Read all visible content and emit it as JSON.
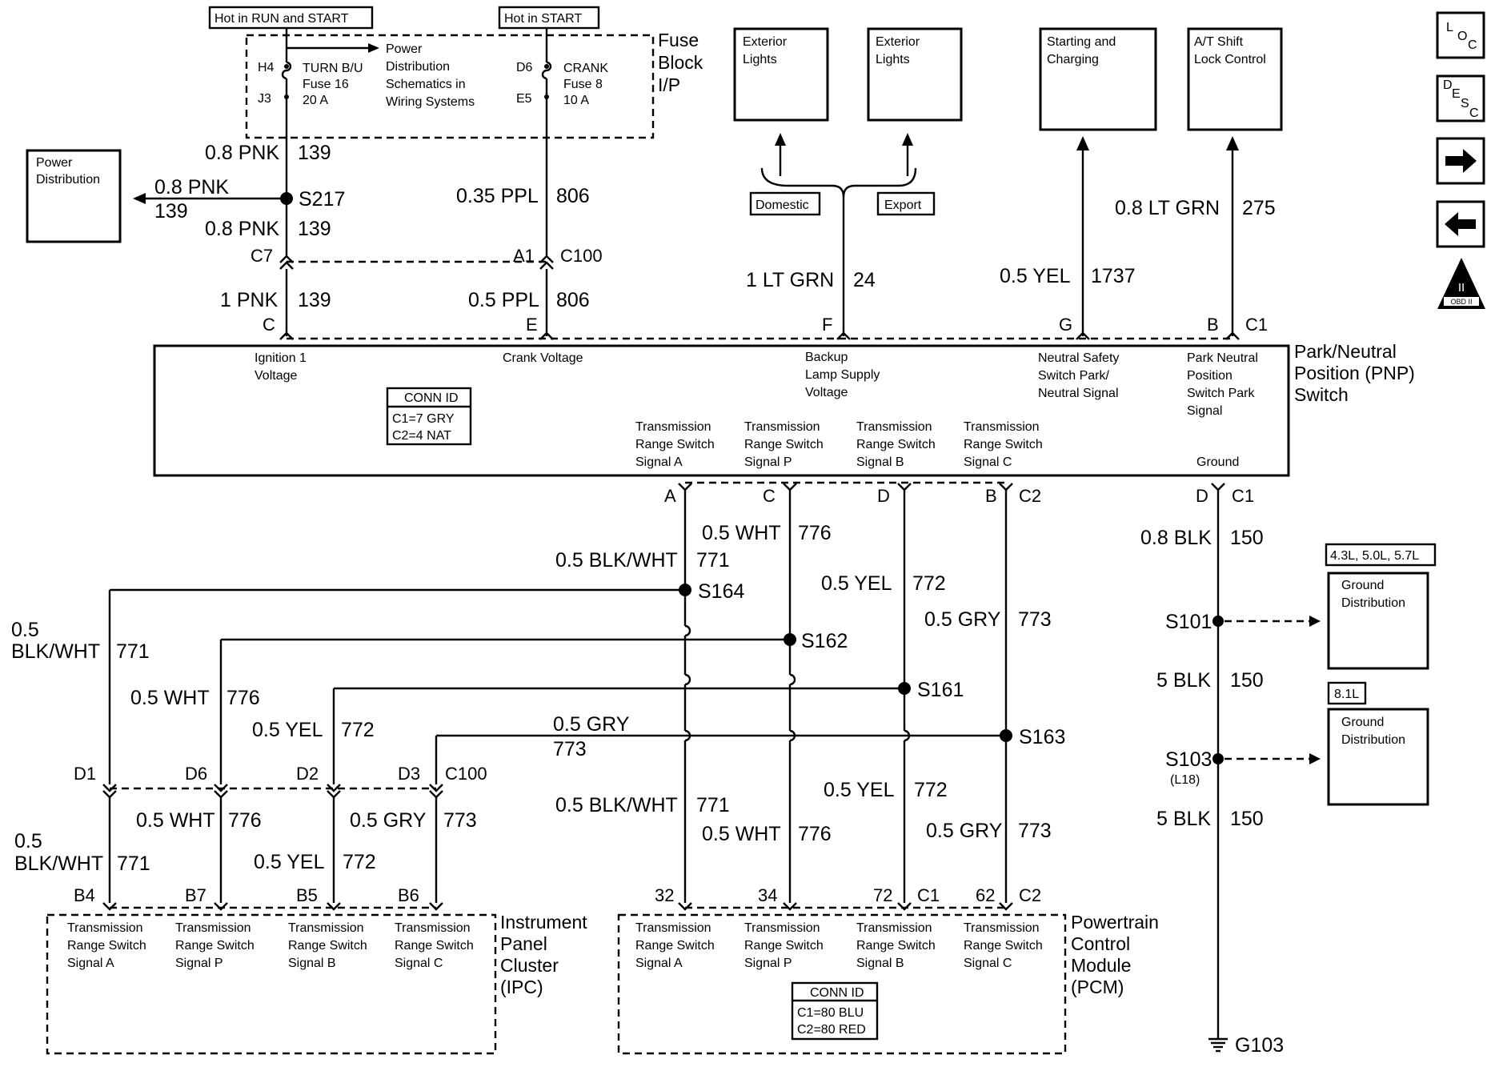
{
  "header": {
    "hot_run_start": "Hot in RUN and START",
    "hot_start": "Hot in START"
  },
  "fuse_block": {
    "title": [
      "Fuse",
      "Block",
      "I/P"
    ],
    "pins": [
      "H4",
      "J3",
      "D6",
      "E5"
    ],
    "fuse16": [
      "TURN B/U",
      "Fuse 16",
      "20 A"
    ],
    "fuse8": [
      "CRANK",
      "Fuse 8",
      "10 A"
    ],
    "power_dist_ref": [
      "Power",
      "Distribution",
      "Schematics in",
      "Wiring Systems"
    ]
  },
  "power_distribution_box": [
    "Power",
    "Distribution"
  ],
  "top_modules": {
    "ext_lights_1": [
      "Exterior",
      "Lights"
    ],
    "ext_lights_2": [
      "Exterior",
      "Lights"
    ],
    "starting_charging": [
      "Starting and",
      "Charging"
    ],
    "at_shift": [
      "A/T Shift",
      "Lock Control"
    ],
    "domestic": "Domestic",
    "export": "Export"
  },
  "wires": {
    "w_pnk_08a": "0.8 PNK",
    "c139a": "139",
    "w_pnk_08b": "0.8 PNK",
    "c139b": "139",
    "w_pnk_08c": "0.8 PNK",
    "c139c": "139",
    "w_pnk_1": "1 PNK",
    "c139d": "139",
    "w_ppl_035": "0.35 PPL",
    "c806a": "806",
    "w_ppl_05": "0.5 PPL",
    "c806b": "806",
    "w_ltgrn_1": "1 LT GRN",
    "c24": "24",
    "w_yel_05_top": "0.5 YEL",
    "c1737": "1737",
    "w_ltgrn_08": "0.8 LT GRN",
    "c275": "275",
    "w_wht_a": "0.5 WHT",
    "c776a": "776",
    "w_blkwht_a": "0.5 BLK/WHT",
    "c771a": "771",
    "w_yel_a": "0.5 YEL",
    "c772a": "772",
    "w_gry_a": "0.5 GRY",
    "c773a": "773",
    "w_blkwht_l1": "0.5",
    "w_blkwht_l2": "BLK/WHT",
    "c771b": "771",
    "w_wht_b": "0.5 WHT",
    "c776b": "776",
    "w_yel_b": "0.5 YEL",
    "c772b": "772",
    "w_gry_b": "0.5 GRY",
    "c773b": "773",
    "w_wht_c": "0.5 WHT",
    "c776c": "776",
    "w_gry_c": "0.5 GRY",
    "c773c": "773",
    "w_blkwht_l3": "0.5",
    "w_blkwht_l4": "BLK/WHT",
    "c771c": "771",
    "w_yel_c": "0.5 YEL",
    "c772c": "772",
    "w_blkwht_b": "0.5 BLK/WHT",
    "c771d": "771",
    "w_wht_d": "0.5 WHT",
    "c776d": "776",
    "w_yel_d": "0.5 YEL",
    "c772d": "772",
    "w_gry_d": "0.5 GRY",
    "c773d": "773",
    "w_blk_08": "0.8 BLK",
    "c150a": "150",
    "w_blk_5a": "5 BLK",
    "c150b": "150",
    "w_blk_5b": "5 BLK",
    "c150c": "150"
  },
  "splices": {
    "s217": "S217",
    "s164": "S164",
    "s162": "S162",
    "s161": "S161",
    "s163": "S163",
    "s101": "S101",
    "s103": "S103",
    "l18": "(L18)",
    "g103": "G103"
  },
  "connectors": {
    "c7": "C7",
    "a1": "A1",
    "c100_top": "C100",
    "c_pin": "C",
    "e_pin": "E",
    "f_pin": "F",
    "g_pin": "G",
    "b_pin": "B",
    "c1_top": "C1",
    "a_low": "A",
    "c_low": "C",
    "d_low": "D",
    "b_low": "B",
    "c2_low": "C2",
    "d_gnd": "D",
    "c1_gnd": "C1",
    "d1": "D1",
    "d6": "D6",
    "d2": "D2",
    "d3": "D3",
    "c100_mid": "C100",
    "b4": "B4",
    "b7": "B7",
    "b5": "B5",
    "b6": "B6",
    "p32": "32",
    "p34": "34",
    "p72": "72",
    "c1_pcm": "C1",
    "p62": "62",
    "c2_pcm": "C2"
  },
  "pnp_switch": {
    "title": [
      "Park/Neutral",
      "Position (PNP)",
      "Switch"
    ],
    "ign": [
      "Ignition 1",
      "Voltage"
    ],
    "crank": [
      "Crank Voltage"
    ],
    "backup": [
      "Backup",
      "Lamp Supply",
      "Voltage"
    ],
    "neutral_safety": [
      "Neutral Safety",
      "Switch Park/",
      "Neutral Signal"
    ],
    "park_neutral": [
      "Park Neutral",
      "Position",
      "Switch Park",
      "Signal"
    ],
    "trs_a": [
      "Transmission",
      "Range Switch",
      "Signal A"
    ],
    "trs_p": [
      "Transmission",
      "Range Switch",
      "Signal P"
    ],
    "trs_b": [
      "Transmission",
      "Range Switch",
      "Signal B"
    ],
    "trs_c": [
      "Transmission",
      "Range Switch",
      "Signal C"
    ],
    "ground": "Ground",
    "conn_id": [
      "CONN ID",
      "C1=7 GRY",
      "C2=4 NAT"
    ]
  },
  "ipc": {
    "title": [
      "Instrument",
      "Panel",
      "Cluster",
      "(IPC)"
    ],
    "a": [
      "Transmission",
      "Range Switch",
      "Signal A"
    ],
    "p": [
      "Transmission",
      "Range Switch",
      "Signal P"
    ],
    "b": [
      "Transmission",
      "Range Switch",
      "Signal B"
    ],
    "c": [
      "Transmission",
      "Range Switch",
      "Signal C"
    ]
  },
  "pcm": {
    "title": [
      "Powertrain",
      "Control",
      "Module",
      "(PCM)"
    ],
    "a": [
      "Transmission",
      "Range Switch",
      "Signal A"
    ],
    "p": [
      "Transmission",
      "Range Switch",
      "Signal P"
    ],
    "b": [
      "Transmission",
      "Range Switch",
      "Signal B"
    ],
    "c": [
      "Transmission",
      "Range Switch",
      "Signal C"
    ],
    "conn_id": [
      "CONN ID",
      "C1=80 BLU",
      "C2=80 RED"
    ]
  },
  "ground_dist": {
    "tag1": "4.3L, 5.0L, 5.7L",
    "box1": [
      "Ground",
      "Distribution"
    ],
    "tag2": "8.1L",
    "box2": [
      "Ground",
      "Distribution"
    ]
  },
  "nav_icons": {
    "loc": [
      "L",
      "O",
      "C"
    ],
    "desc": [
      "D",
      "E",
      "S",
      "C"
    ],
    "obd": "OBD II",
    "obd_numeral": "II"
  }
}
